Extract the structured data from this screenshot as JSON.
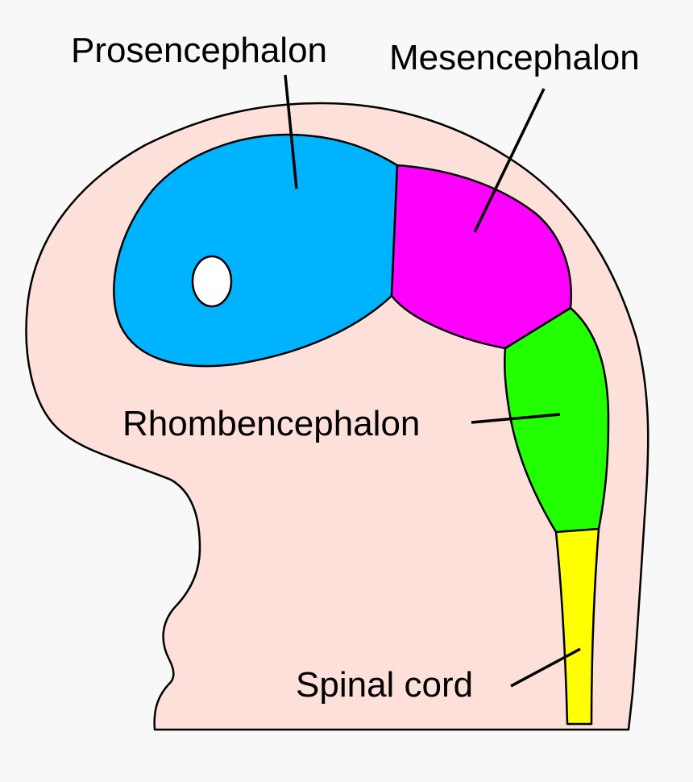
{
  "labels": {
    "prosencephalon": "Prosencephalon",
    "mesencephalon": "Mesencephalon",
    "rhombencephalon": "Rhombencephalon",
    "spinal_cord": "Spinal cord"
  },
  "colors": {
    "background": "#f8f8f8",
    "embryo": "#fce0d9",
    "prosencephalon": "#00b3ff",
    "mesencephalon": "#ff00ff",
    "rhombencephalon": "#22ff00",
    "spinal_cord": "#ffff00",
    "eye": "#ffffff",
    "outline": "#000000"
  }
}
